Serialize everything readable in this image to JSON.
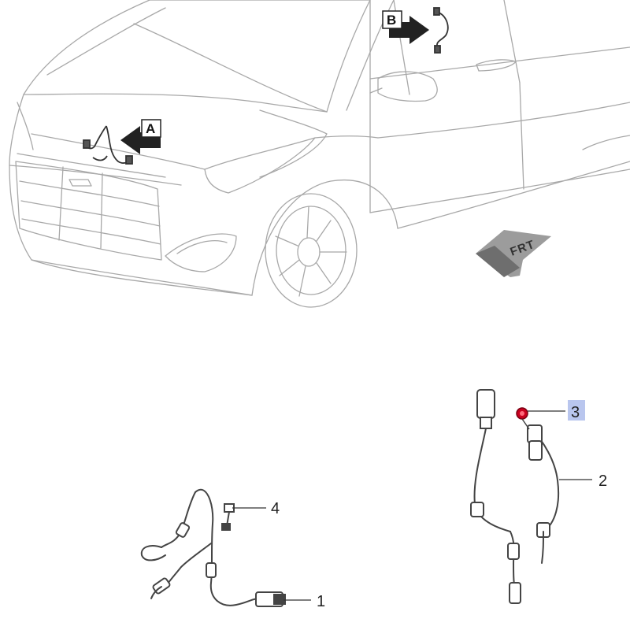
{
  "view_labels": {
    "a": "A",
    "b": "B"
  },
  "direction_label": "FRT",
  "callouts": [
    {
      "id": "1",
      "text": "1"
    },
    {
      "id": "2",
      "text": "2"
    },
    {
      "id": "3",
      "text": "3"
    },
    {
      "id": "4",
      "text": "4"
    }
  ],
  "colors": {
    "line": "#9a9a9a",
    "part": "#444444",
    "highlight_box": "#b9c6ee",
    "highlight_part": "#c8001e"
  }
}
